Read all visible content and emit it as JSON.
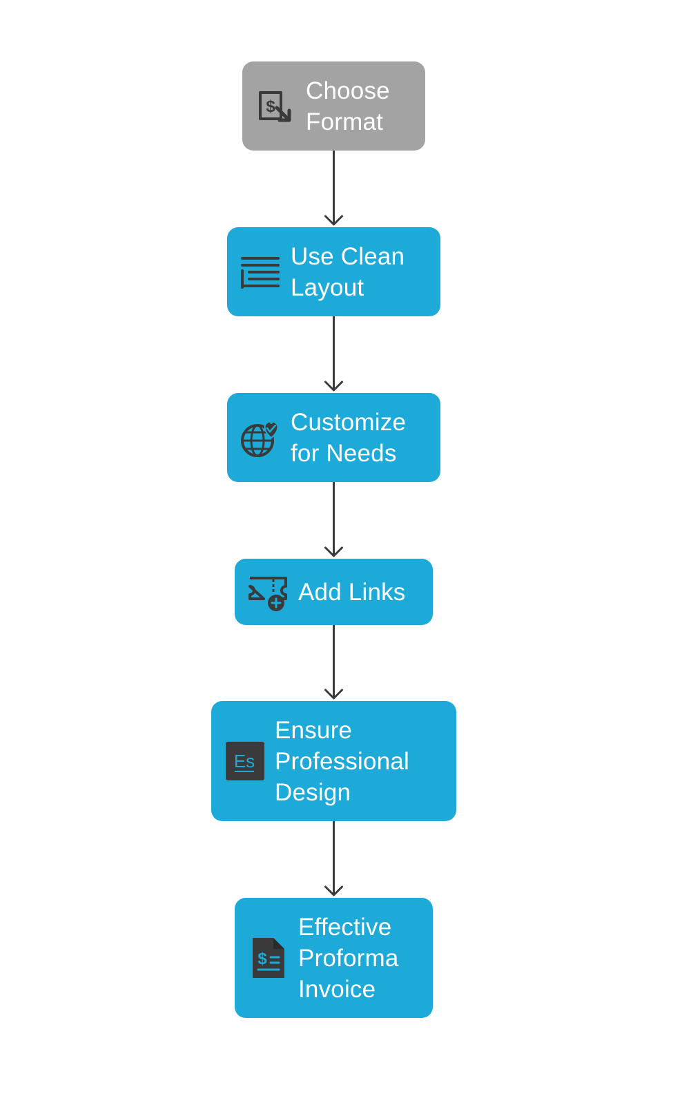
{
  "diagram": {
    "colors": {
      "start_fill": "#a3a3a3",
      "step_fill": "#1eaad9",
      "text": "#ffffff",
      "icon": "#3a3a3a",
      "connector": "#3a3a3a"
    },
    "nodes": [
      {
        "id": "choose-format",
        "label": "Choose\nFormat",
        "icon": "invoice-dollar-icon",
        "state": "start"
      },
      {
        "id": "use-clean-layout",
        "label": "Use Clean\nLayout",
        "icon": "list-lines-icon",
        "state": "step"
      },
      {
        "id": "customize-for-needs",
        "label": "Customize\nfor Needs",
        "icon": "globe-heart-icon",
        "state": "step"
      },
      {
        "id": "add-links",
        "label": "Add Links",
        "icon": "ticket-add-icon",
        "state": "step"
      },
      {
        "id": "ensure-professional-design",
        "label": "Ensure\nProfessional\nDesign",
        "icon": "es-badge-icon",
        "state": "step"
      },
      {
        "id": "effective-proforma-invoice",
        "label": "Effective\nProforma\nInvoice",
        "icon": "dollar-document-icon",
        "state": "step"
      }
    ],
    "edges": [
      {
        "from": "choose-format",
        "to": "use-clean-layout"
      },
      {
        "from": "use-clean-layout",
        "to": "customize-for-needs"
      },
      {
        "from": "customize-for-needs",
        "to": "add-links"
      },
      {
        "from": "add-links",
        "to": "ensure-professional-design"
      },
      {
        "from": "ensure-professional-design",
        "to": "effective-proforma-invoice"
      }
    ]
  }
}
